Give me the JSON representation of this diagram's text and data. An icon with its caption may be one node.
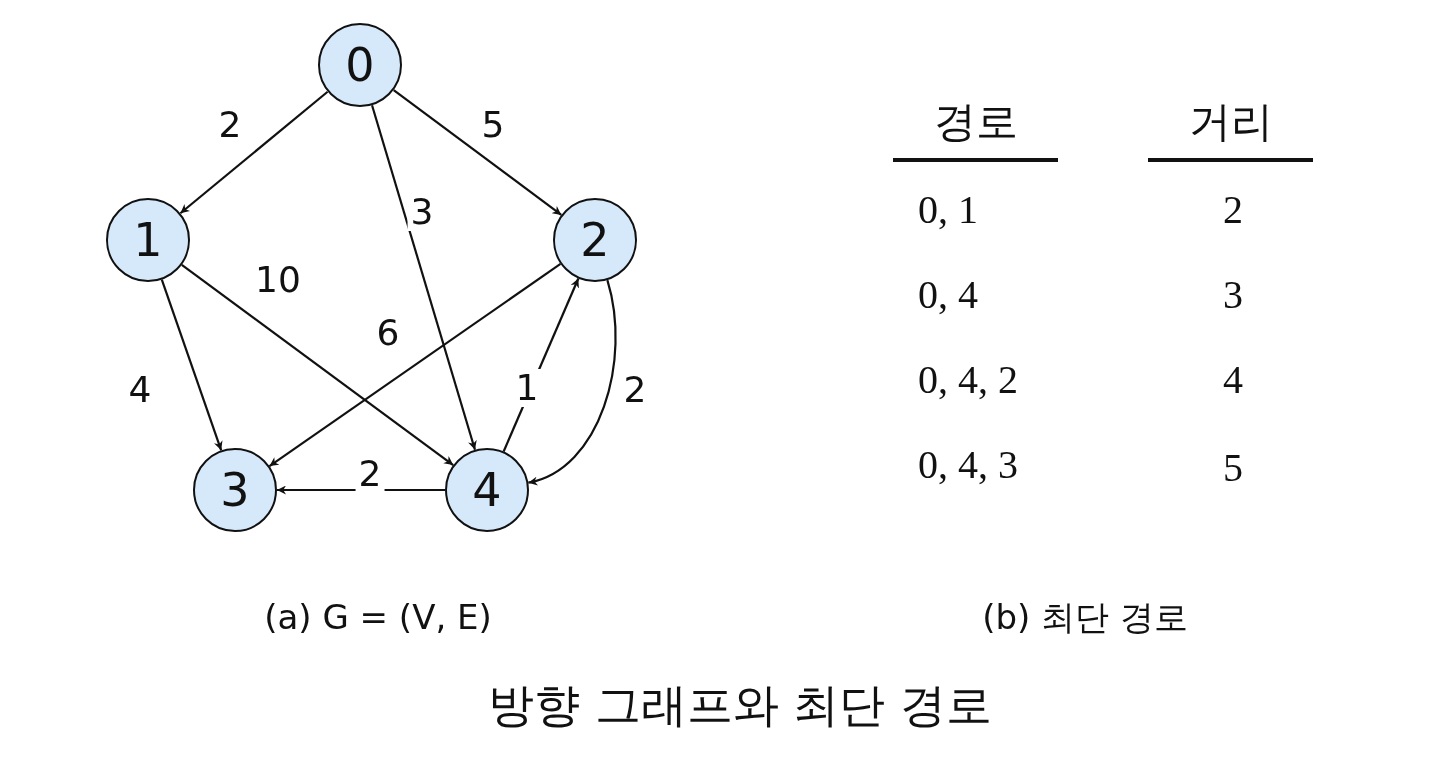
{
  "diagram": {
    "caption": "방향 그래프와 최단 경로",
    "nodes": [
      {
        "text": [
          "0"
        ]
      },
      {
        "text": [
          "1"
        ]
      },
      {
        "text": [
          "2"
        ]
      },
      {
        "text": [
          "3"
        ]
      },
      {
        "text": [
          "4"
        ]
      }
    ],
    "edges": [
      {
        "from": 0,
        "to": 1,
        "arrow": "to",
        "label": "2"
      },
      {
        "from": 0,
        "to": 2,
        "arrow": "to",
        "label": "5"
      },
      {
        "from": 0,
        "to": 4,
        "arrow": "to",
        "label": "3"
      },
      {
        "from": 1,
        "to": 4,
        "arrow": "to",
        "label": "10"
      },
      {
        "from": 2,
        "to": 3,
        "arrow": "to",
        "label": "6"
      },
      {
        "from": 1,
        "to": 3,
        "arrow": "to",
        "label": "4"
      },
      {
        "from": 4,
        "to": 2,
        "arrow": "to",
        "label": "1"
      },
      {
        "from": 2,
        "to": 4,
        "arrow": "to",
        "label": "2"
      },
      {
        "from": 4,
        "to": 3,
        "arrow": "to",
        "label": "2"
      }
    ],
    "labels": [
      "경로",
      "거리",
      "0, 1",
      "2",
      "0, 4",
      "3",
      "0, 4, 2",
      "4",
      "0, 4, 3",
      "5",
      "(a) G = (V, E)",
      "(b) 최단 경로"
    ]
  }
}
